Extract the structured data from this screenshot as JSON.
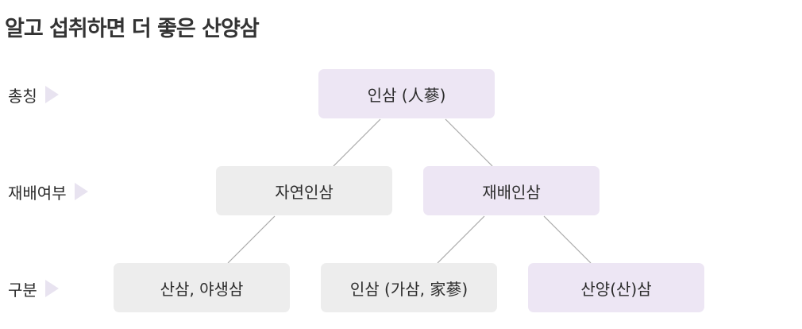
{
  "title": "알고 섭취하면 더 좋은 산양삼",
  "rows": {
    "level1": "총칭",
    "level2": "재배여부",
    "level3": "구분"
  },
  "nodes": {
    "root": "인삼 (人蔘)",
    "natural": "자연인삼",
    "cultivated": "재배인삼",
    "wild": "산삼, 야생삼",
    "farmed": "인삼 (가삼, 家蔘)",
    "mountain_cultivated": "산양(산)삼"
  },
  "colors": {
    "highlight": "#ede6f4",
    "neutral": "#ededed",
    "connector": "#a9a9a9"
  }
}
